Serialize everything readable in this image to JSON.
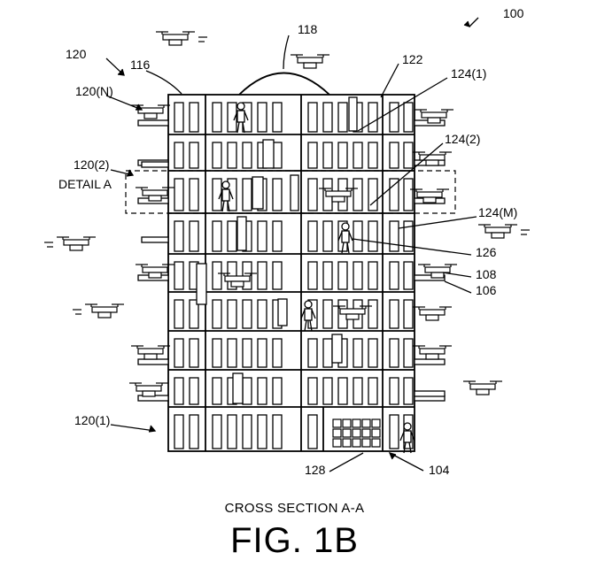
{
  "figure": {
    "reference_labels": {
      "r100": "100",
      "r104": "104",
      "r106": "106",
      "r108": "108",
      "r116": "116",
      "r118": "118",
      "r120": "120",
      "r120N": "120(N)",
      "r120_2": "120(2)",
      "r120_1": "120(1)",
      "r122": "122",
      "r124_1": "124(1)",
      "r124_2": "124(2)",
      "r124_M": "124(M)",
      "r126": "126",
      "r128": "128",
      "detail": "DETAIL A"
    },
    "section_caption": "CROSS SECTION A-A",
    "figure_caption": "FIG. 1B"
  }
}
